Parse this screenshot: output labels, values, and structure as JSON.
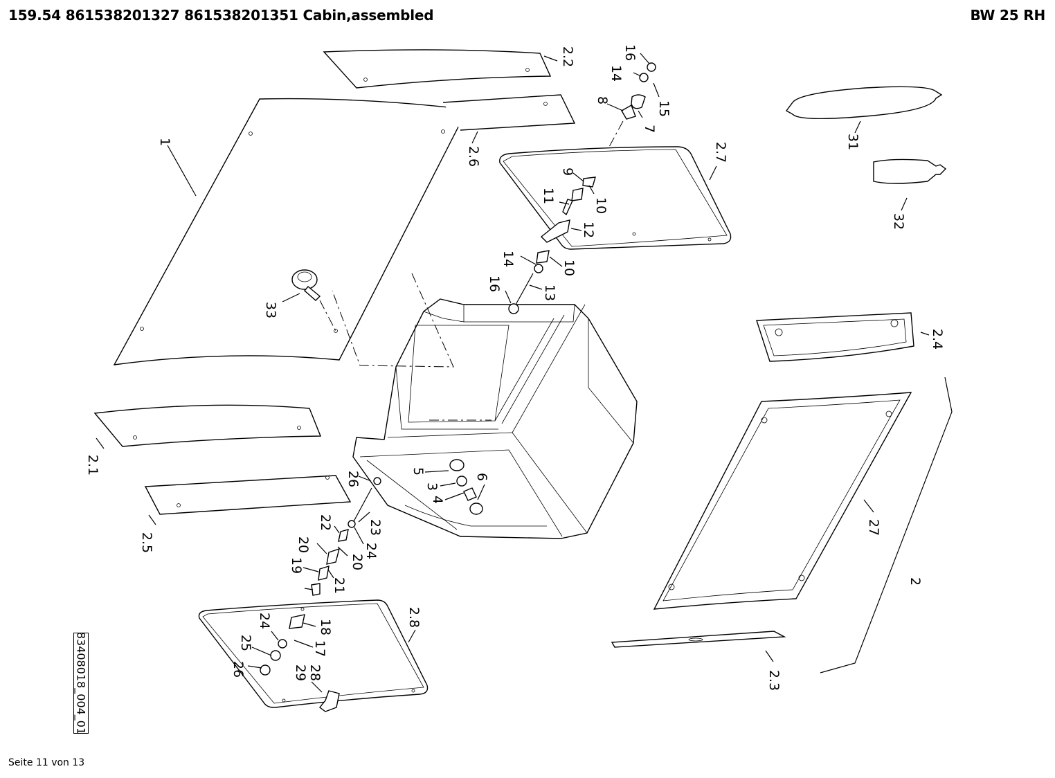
{
  "header": {
    "title": "159.54 861538201327 861538201351 Cabin,assembled",
    "model": "BW 25 RH"
  },
  "footer": {
    "page": "Seite 11 von 13"
  },
  "drawing_id": "83408018_004_01",
  "callouts": {
    "c1": "1",
    "c2": "2",
    "c2_1": "2.1",
    "c2_2": "2.2",
    "c2_3": "2.3",
    "c2_4": "2.4",
    "c2_5": "2.5",
    "c2_6": "2.6",
    "c2_7": "2.7",
    "c2_8": "2.8",
    "c3": "3",
    "c4": "4",
    "c5": "5",
    "c6": "6",
    "c7": "7",
    "c8": "8",
    "c9": "9",
    "c10a": "10",
    "c10b": "10",
    "c11": "11",
    "c12": "12",
    "c13": "13",
    "c14a": "14",
    "c14b": "14",
    "c15": "15",
    "c16a": "16",
    "c16b": "16",
    "c17": "17",
    "c18": "18",
    "c19": "19",
    "c20a": "20",
    "c20b": "20",
    "c21": "21",
    "c22": "22",
    "c23": "23",
    "c24a": "24",
    "c24b": "24",
    "c25": "25",
    "c26a": "26",
    "c26b": "26",
    "c27": "27",
    "c28": "28",
    "c29": "29",
    "c31": "31",
    "c32": "32",
    "c33": "33"
  }
}
